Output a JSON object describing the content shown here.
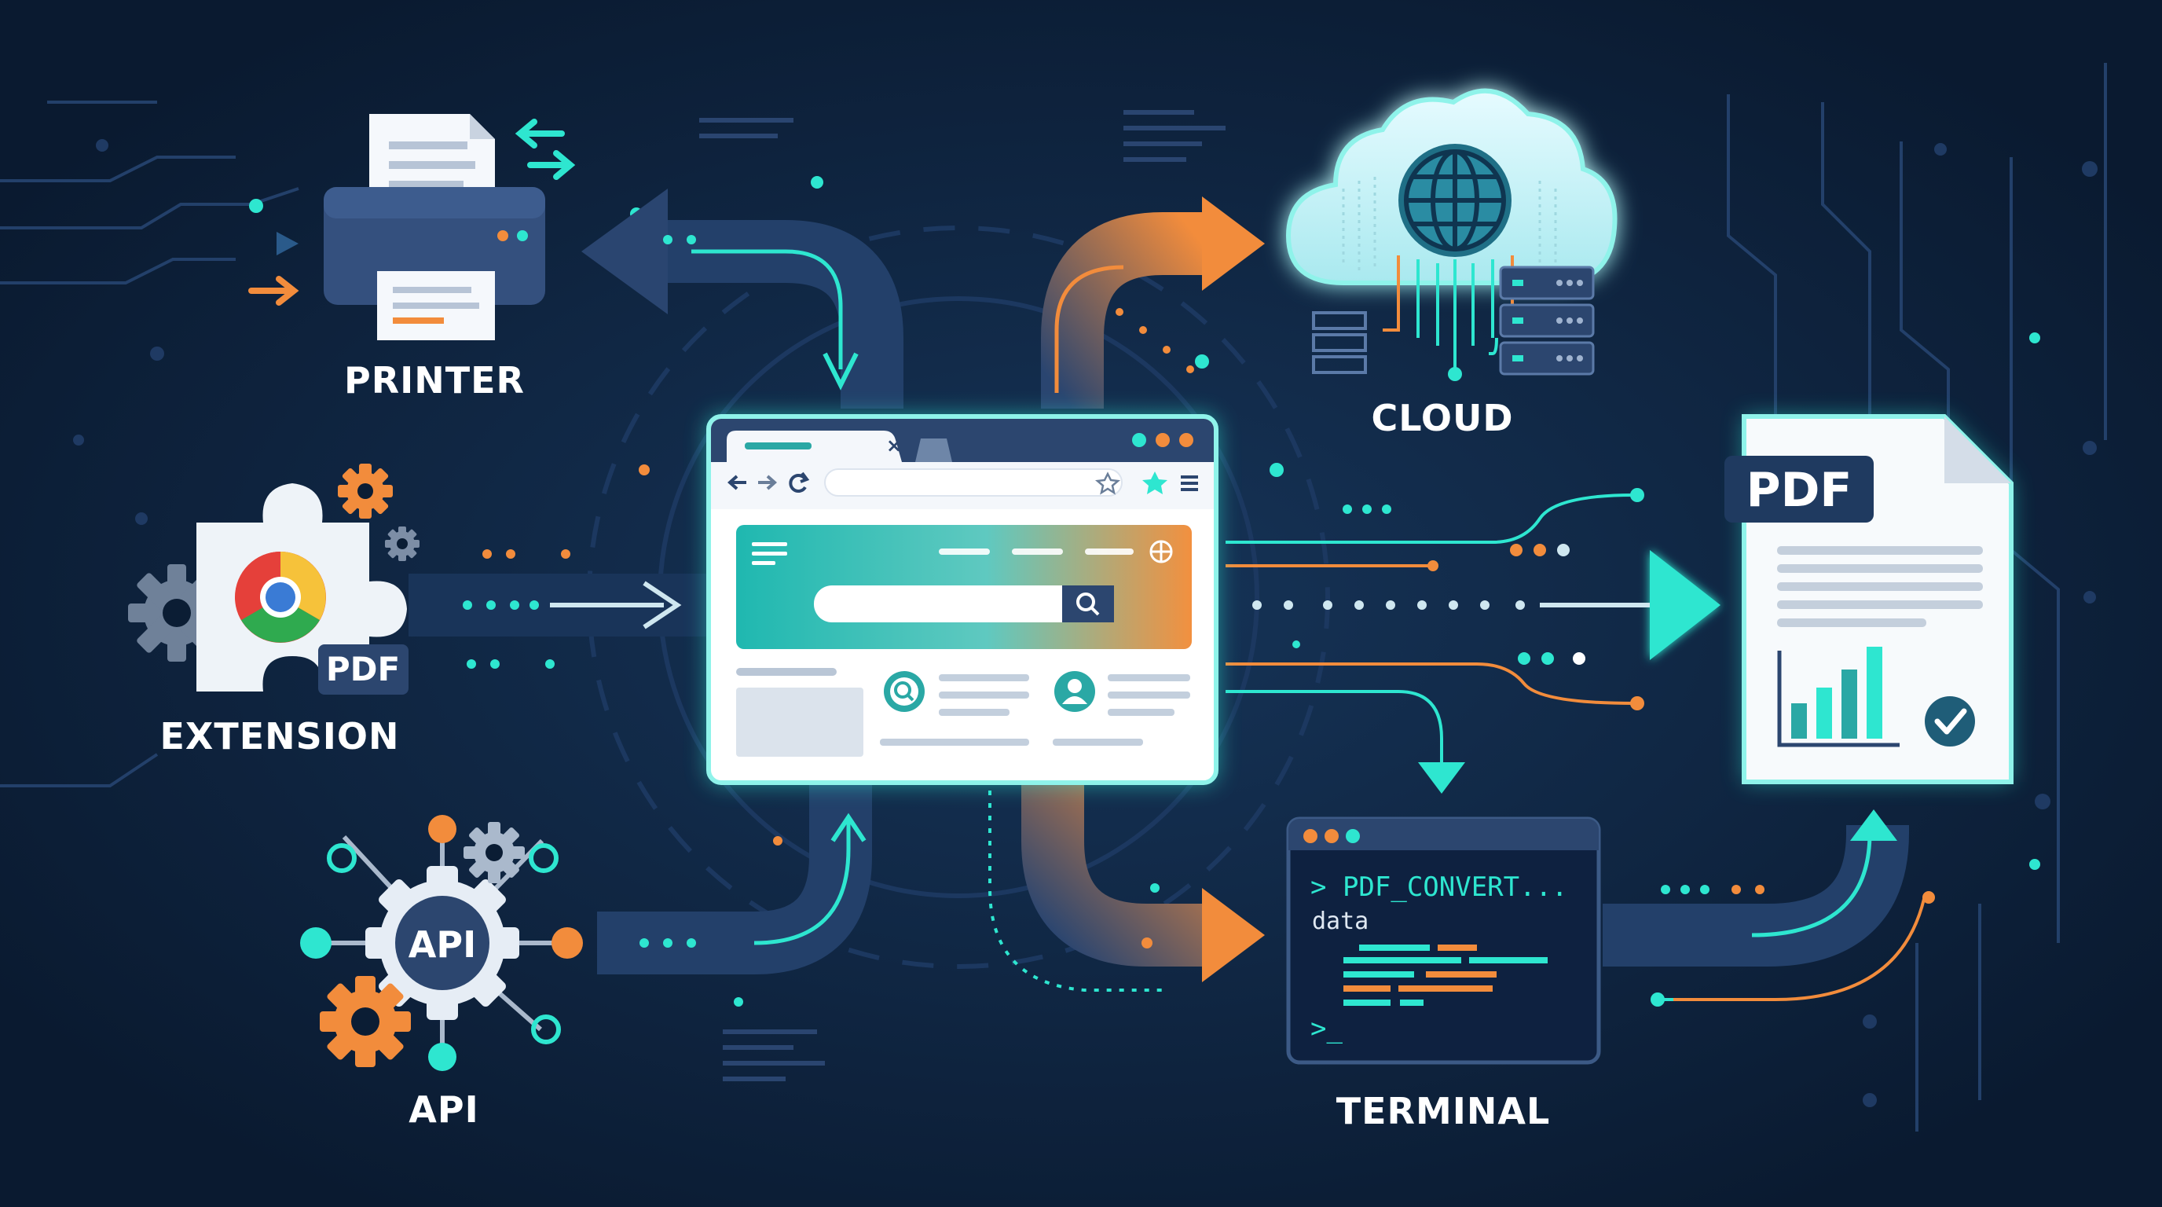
{
  "nodes": {
    "printer": {
      "label": "PRINTER"
    },
    "extension": {
      "label": "EXTENSION",
      "badge": "PDF"
    },
    "api": {
      "label": "API",
      "gear_text": "API"
    },
    "cloud": {
      "label": "CLOUD"
    },
    "terminal": {
      "label": "TERMINAL",
      "line1": "> PDF_CONVERT...",
      "line2": "data",
      "prompt": ">_"
    },
    "pdf": {
      "badge": "PDF"
    }
  },
  "browser": {
    "tab_close": "×"
  },
  "colors": {
    "background": "#0b1d34",
    "teal": "#2ee6d0",
    "orange": "#f28c3c",
    "navy_flow": "#2a4570",
    "panel": "#ffffff"
  },
  "icons": [
    "printer-icon",
    "puzzle-icon",
    "chrome-icon",
    "gear-icon",
    "api-gear-icon",
    "cloud-icon",
    "globe-icon",
    "server-icon",
    "terminal-icon",
    "pdf-document-icon",
    "bar-chart-icon",
    "check-icon",
    "search-icon",
    "user-icon",
    "star-icon",
    "menu-icon"
  ]
}
